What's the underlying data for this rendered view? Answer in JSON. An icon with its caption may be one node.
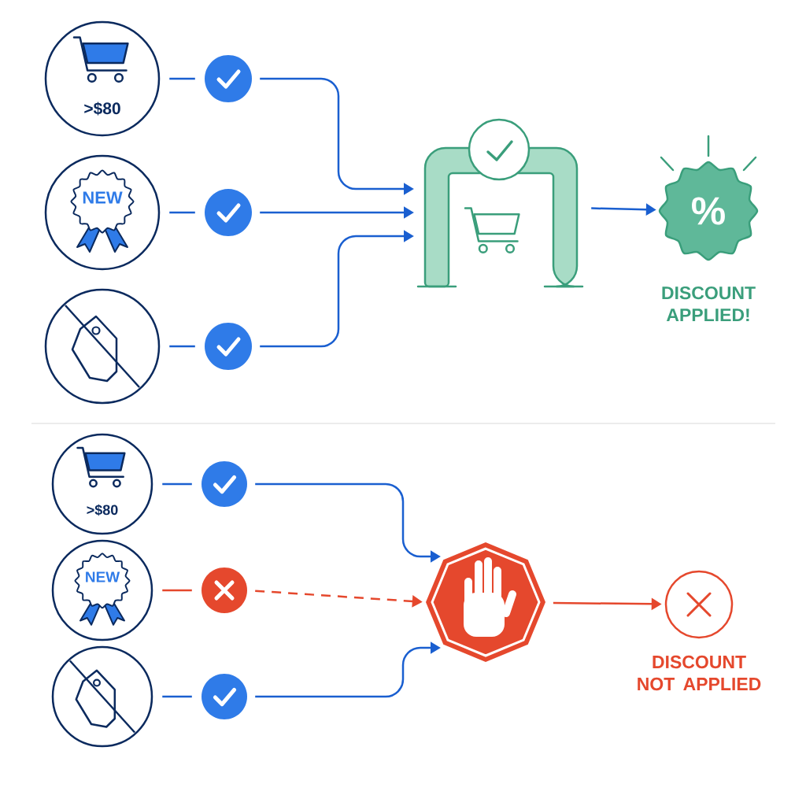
{
  "diagram": {
    "nodes": [
      {
        "text": [
          ">$80"
        ]
      },
      {
        "text": [],
        "shape": "circle"
      },
      {
        "text": [
          "NEW"
        ]
      },
      {
        "text": [],
        "shape": "circle"
      },
      {
        "text": [],
        "shape": "circle"
      },
      {
        "text": [],
        "shape": "circle"
      },
      {
        "text": [],
        "shape": "arch"
      },
      {
        "text": [
          "%"
        ],
        "beside": [
          "DISCOUNT APPLIED!"
        ]
      },
      {
        "text": [
          ">$80"
        ]
      },
      {
        "text": [],
        "shape": "circle"
      },
      {
        "text": [
          "NEW"
        ]
      },
      {
        "text": [],
        "shape": "circle"
      },
      {
        "text": [],
        "shape": "circle"
      },
      {
        "text": [],
        "shape": "circle"
      },
      {
        "text": [],
        "shape": "octagon"
      },
      {
        "text": [],
        "shape": "circle",
        "beside": [
          "DISCOUNT NOT APPLIED"
        ]
      }
    ],
    "edges": [
      {
        "from": 0,
        "to": 1,
        "arrow": "none"
      },
      {
        "from": 1,
        "to": 6,
        "arrow": "to"
      },
      {
        "from": 2,
        "to": 3,
        "arrow": "none"
      },
      {
        "from": 3,
        "to": 6,
        "arrow": "to"
      },
      {
        "from": 4,
        "to": 5,
        "arrow": "none"
      },
      {
        "from": 5,
        "to": 6,
        "arrow": "to"
      },
      {
        "from": 6,
        "to": 7,
        "arrow": "to"
      },
      {
        "from": 8,
        "to": 9,
        "arrow": "none"
      },
      {
        "from": 9,
        "to": 14,
        "arrow": "to"
      },
      {
        "from": 10,
        "to": 11,
        "arrow": "none",
        "color": "#e5482d"
      },
      {
        "from": 11,
        "to": 14,
        "arrow": "to",
        "style": "dashed",
        "color": "#e5482d"
      },
      {
        "from": 12,
        "to": 13,
        "arrow": "none"
      },
      {
        "from": 13,
        "to": 14,
        "arrow": "to"
      },
      {
        "from": 14,
        "to": 15,
        "arrow": "to",
        "color": "#e5482d"
      }
    ]
  }
}
